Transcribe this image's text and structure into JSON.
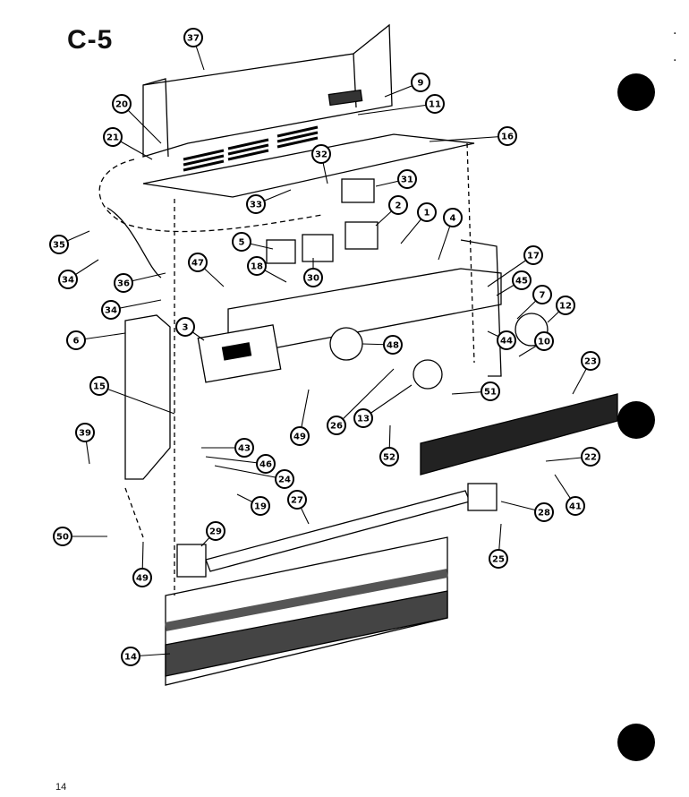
{
  "diagram": {
    "title": "C-5",
    "page_number": "14",
    "callouts": [
      "37",
      "9",
      "11",
      "16",
      "20",
      "21",
      "32",
      "31",
      "33",
      "2",
      "1",
      "4",
      "35",
      "34",
      "5",
      "30",
      "18",
      "47",
      "36",
      "17",
      "45",
      "7",
      "12",
      "34",
      "6",
      "3",
      "48",
      "44",
      "10",
      "23",
      "15",
      "26",
      "13",
      "51",
      "49",
      "39",
      "52",
      "43",
      "46",
      "24",
      "22",
      "41",
      "19",
      "27",
      "28",
      "50",
      "29",
      "25",
      "49",
      "14"
    ]
  }
}
